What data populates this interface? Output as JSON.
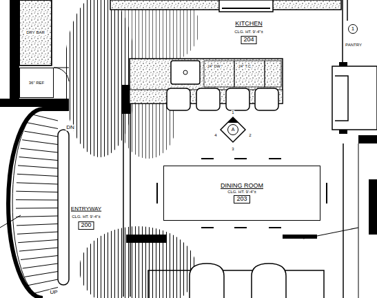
{
  "diagram": {
    "nodes": [
      {
        "text": [
          "DRY BAR"
        ]
      },
      {
        "text": [
          "36\" REF"
        ]
      },
      {
        "text": [
          "24\" DW",
          "24\" T.C."
        ]
      },
      {
        "text": [
          "204"
        ]
      },
      {
        "text": [
          "1"
        ]
      },
      {
        "text": [
          "A"
        ]
      },
      {
        "text": [
          "DINING ROOM",
          "CLG. HT. 9'-4\"±"
        ]
      },
      {
        "text": [
          "203"
        ],
        "in": 6
      },
      {
        "text": [
          "200"
        ]
      }
    ],
    "labels": [
      "KITCHEN",
      "CLG. HT. 9'-4\"±",
      "PANTRY",
      "1",
      "4",
      "2",
      "3",
      "DN",
      "ENTRYWAY",
      "CLG. HT. 9'-4\"±",
      "UP"
    ]
  }
}
